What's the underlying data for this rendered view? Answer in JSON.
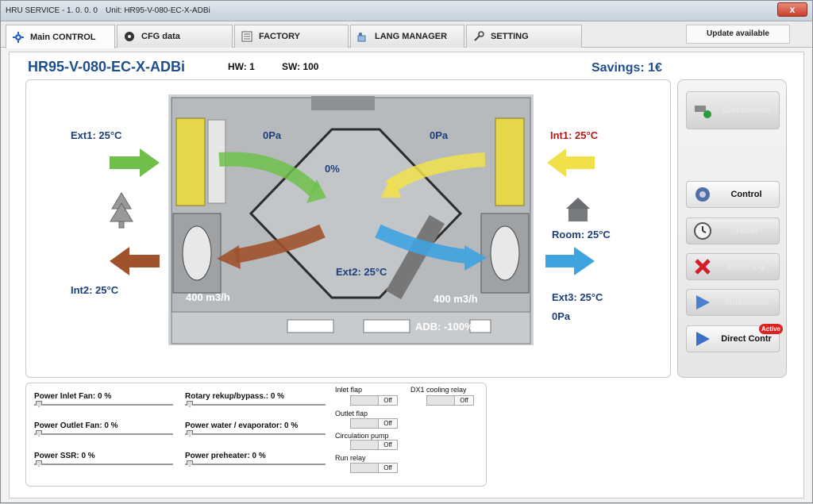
{
  "window": {
    "title": "HRU SERVICE - 1. 0. 0. 0",
    "unit_title": "Unit: HR95-V-080-EC-X-ADBi",
    "close_label": "x"
  },
  "tabs": [
    {
      "label": "Main CONTROL",
      "icon": "gear-icon",
      "active": true
    },
    {
      "label": "CFG data",
      "icon": "cfg-icon",
      "active": false
    },
    {
      "label": "FACTORY",
      "icon": "factory-icon",
      "active": false
    },
    {
      "label": "LANG MANAGER",
      "icon": "lang-icon",
      "active": false
    },
    {
      "label": "SETTING",
      "icon": "wrench-icon",
      "active": false
    }
  ],
  "update_label": "Update available",
  "header": {
    "unit_name": "HR95-V-080-EC-X-ADBi",
    "hw": "HW: 1",
    "sw": "SW: 100",
    "savings": "Savings: 1€"
  },
  "diagram": {
    "ext1": "Ext1: 25°C",
    "int1": "Int1: 25°C",
    "int2": "Int2: 25°C",
    "ext2": "Ext2: 25°C",
    "ext3": "Ext3: 25°C",
    "room": "Room: 25°C",
    "pa_left": "0Pa",
    "pa_right": "0Pa",
    "pa_ext3": "0Pa",
    "bypass_pct": "0%",
    "flow_left": "400 m3/h",
    "flow_right": "400 m3/h",
    "adb": "ADB: -100%",
    "colors": {
      "green": "#6fbf4a",
      "yellow": "#f2e04a",
      "brown": "#a0522d",
      "blue": "#3fa3e0"
    }
  },
  "side_buttons": {
    "disconnect": "Disconnect",
    "control": "Control",
    "timer": "Timer",
    "error_log": "Error log",
    "simulation": "Simulation",
    "direct": "Direct Contr",
    "active_badge": "Active"
  },
  "power": {
    "inlet_fan": "Power Inlet Fan: 0  %",
    "outlet_fan": "Power Outlet Fan: 0  %",
    "ssr": "Power SSR: 0  %",
    "rotary": "Rotary rekup/bypass.: 0  %",
    "water": "Power water / evaporator: 0  %",
    "preheater": "Power preheater: 0  %"
  },
  "flaps": {
    "inlet_flap": "Inlet flap",
    "outlet_flap": "Outlet flap",
    "circulation_pump": "Circulation pump",
    "run_relay": "Run relay",
    "dx1_cooling": "DX1 cooling relay",
    "off": "Off"
  }
}
